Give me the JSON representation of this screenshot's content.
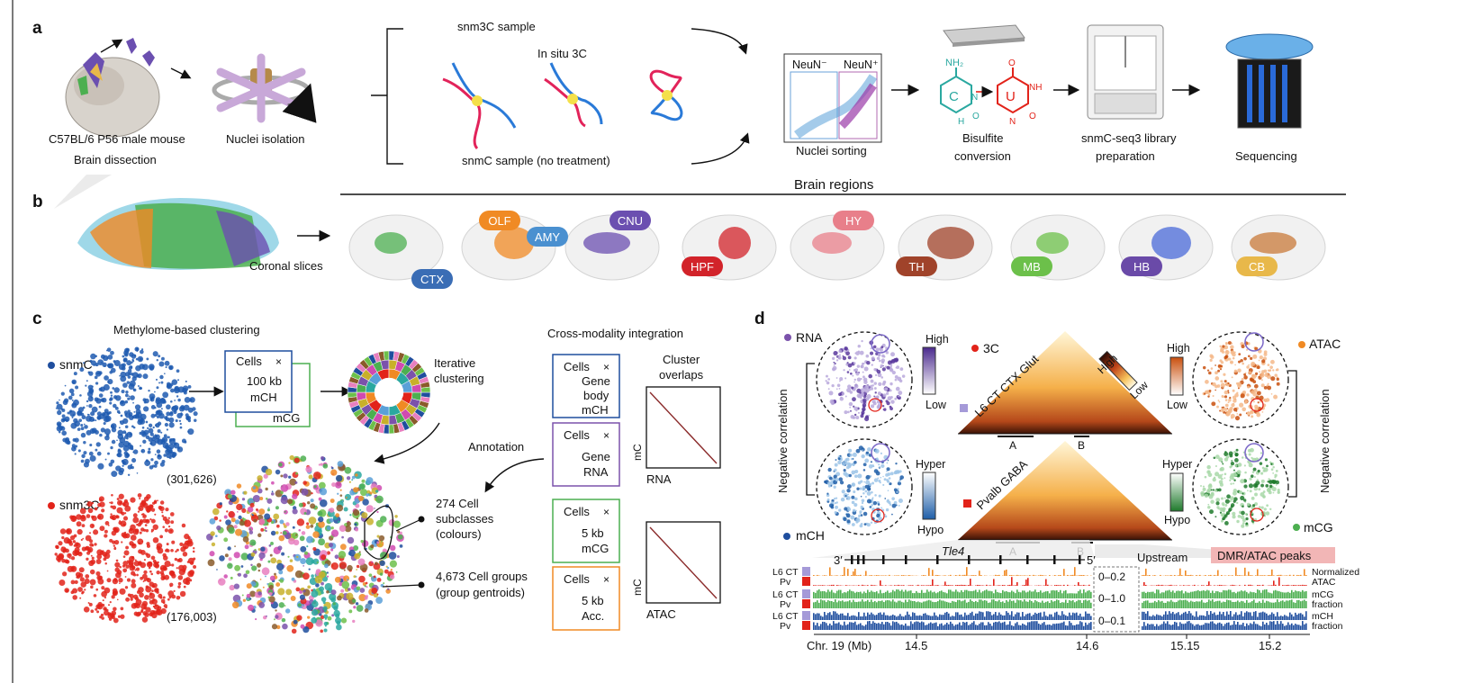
{
  "panels": {
    "a": "a",
    "b": "b",
    "c": "c",
    "d": "d"
  },
  "a": {
    "mouse_label1": "C57BL/6 P56 male mouse",
    "mouse_label2": "Brain dissection",
    "nuclei_isolation": "Nuclei isolation",
    "snm3c_sample": "snm3C sample",
    "insitu": "In situ 3C",
    "snmc_sample": "snmC sample (no treatment)",
    "neun_minus": "NeuN⁻",
    "neun_plus": "NeuN⁺",
    "nuclei_sorting": "Nuclei sorting",
    "nh2": "NH₂",
    "c_letter": "C",
    "u_letter": "U",
    "n_atom": "N",
    "nh_atom": "NH",
    "o_atom": "O",
    "h_atom": "H",
    "bisulfite1": "Bisulfite",
    "bisulfite2": "conversion",
    "lib1": "snmC-seq3 library",
    "lib2": "preparation",
    "sequencing": "Sequencing"
  },
  "b": {
    "brain_regions": "Brain regions",
    "coronal": "Coronal slices",
    "regions": [
      {
        "label": "CTX",
        "color": "#3a6db5"
      },
      {
        "label": "OLF",
        "color": "#f08a24"
      },
      {
        "label": "AMY",
        "color": "#4a90d0"
      },
      {
        "label": "CNU",
        "color": "#6b4fb0"
      },
      {
        "label": "HPF",
        "color": "#d2232a"
      },
      {
        "label": "HY",
        "color": "#e87f8a"
      },
      {
        "label": "TH",
        "color": "#a0432a"
      },
      {
        "label": "MB",
        "color": "#6cc04a"
      },
      {
        "label": "HB",
        "color": "#6a4aa8"
      },
      {
        "label": "CB",
        "color": "#e8b84a"
      }
    ]
  },
  "c": {
    "methylome": "Methylome-based clustering",
    "snmc": "snmC",
    "snm3c": "snm3C",
    "n_snmc": "(301,626)",
    "n_snm3c": "(176,003)",
    "cells": "Cells",
    "times": "×",
    "kb100": "100 kb",
    "mch": "mCH",
    "mcg": "mCG",
    "iterative1": "Iterative",
    "iterative2": "clustering",
    "annotation": "Annotation",
    "subclasses1": "274 Cell",
    "subclasses2": "subclasses",
    "subclasses3": "(colours)",
    "groups1": "4,673 Cell groups",
    "groups2": "(group gentroids)",
    "crossmod": "Cross-modality integration",
    "box1": [
      "Gene",
      "body",
      "mCH"
    ],
    "box2": [
      "Gene",
      "RNA"
    ],
    "box3": [
      "5 kb",
      "mCG"
    ],
    "box4": [
      "5 kb",
      "Acc."
    ],
    "overlaps1": "Cluster",
    "overlaps2": "overlaps",
    "mc": "mC",
    "rna": "RNA",
    "atac": "ATAC"
  },
  "d": {
    "rna": "RNA",
    "mch": "mCH",
    "atac": "ATAC",
    "mcg": "mCG",
    "high": "High",
    "low": "Low",
    "hyper": "Hyper",
    "hypo": "Hypo",
    "neg_corr": "Negative correlation",
    "three_c": "3C",
    "l6": "L6 CT CTX Glut",
    "pvalb": "Pvalb GABA",
    "A": "A",
    "B": "B",
    "three_prime": "3′",
    "five_prime": "5′",
    "tle4": "Tle4",
    "upstream": "Upstream",
    "dmr": "DMR/ATAC peaks",
    "track_l6": "L6 CT",
    "track_pv": "Pv",
    "range1": "0–0.2",
    "range2": "0–1.0",
    "range3": "0–0.1",
    "legend_norm1": "Normalized",
    "legend_norm2": "ATAC",
    "legend_mcg1": "mCG",
    "legend_mcg2": "fraction",
    "legend_mch1": "mCH",
    "legend_mch2": "fraction",
    "chr": "Chr. 19 (Mb)",
    "ticks": [
      "14.5",
      "14.6",
      "15.15",
      "15.2"
    ]
  },
  "colors": {
    "blue": "#1f4e9e",
    "red": "#e2231a",
    "green": "#4caf50",
    "orange": "#f08a24",
    "purple": "#7b52ab"
  }
}
